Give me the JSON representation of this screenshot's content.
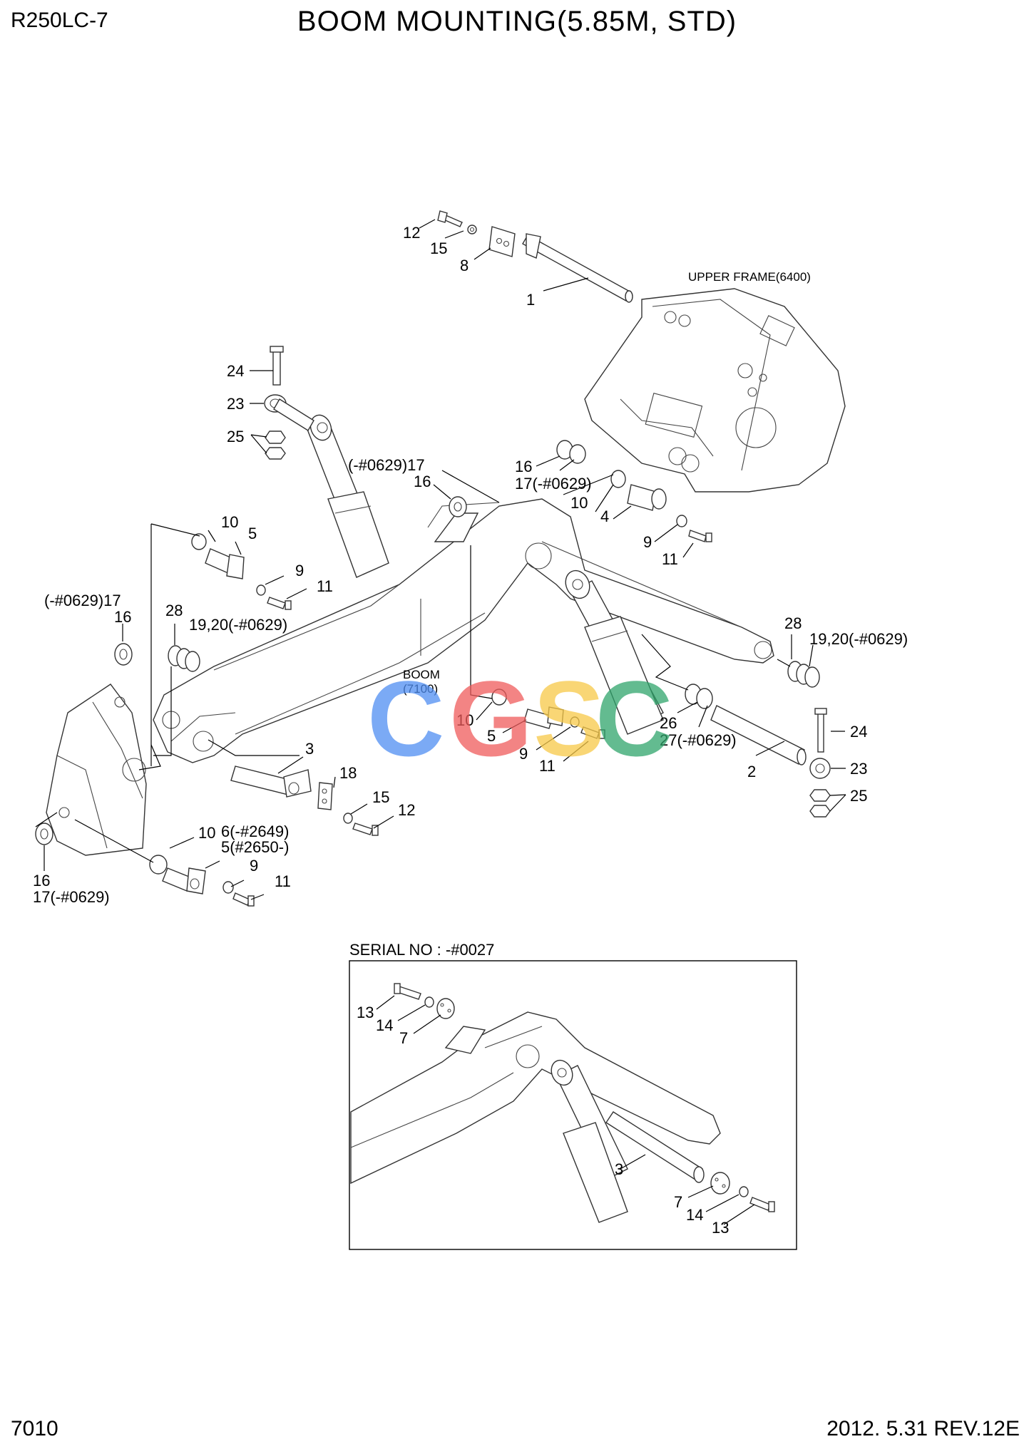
{
  "header": {
    "model": "R250LC-7",
    "title": "BOOM MOUNTING(5.85M, STD)"
  },
  "footer": {
    "page_number": "7010",
    "revision": "2012. 5.31  REV.12E"
  },
  "assemblies": {
    "upper_frame": "UPPER FRAME(6400)",
    "boom_name": "BOOM",
    "boom_ref": "(7100)"
  },
  "inset": {
    "heading": "SERIAL NO : -#0027"
  },
  "watermark": {
    "letters": [
      "C",
      "G",
      "S",
      "C"
    ],
    "colors": [
      "#4f8ef2",
      "#ef5b5b",
      "#f7c948",
      "#2fa56b"
    ]
  },
  "callouts": {
    "c_12": "12",
    "c_15": "15",
    "c_8": "8",
    "c_1": "1",
    "c_24": "24",
    "c_23": "23",
    "c_25": "25",
    "c_17_top": "(-#0629)17",
    "c_16_top": "16",
    "c_16_frame": "16",
    "c_17_frame": "17(-#0629)",
    "c_10_frame": "10",
    "c_4": "4",
    "c_9_frame": "9",
    "c_11_frame": "11",
    "c_10_left": "10",
    "c_5_left": "5",
    "c_9_left": "9",
    "c_11_left": "11",
    "c_17_left": "(-#0629)17",
    "c_16_left": "16",
    "c_28_left": "28",
    "c_1920_left": "19,20(-#0629)",
    "c_28_right": "28",
    "c_1920_right": "19,20(-#0629)",
    "c_10_mid": "10",
    "c_5_mid": "5",
    "c_9_mid": "9",
    "c_11_mid": "11",
    "c_26": "26",
    "c_27": "27(-#0629)",
    "c_2": "2",
    "c_24_r": "24",
    "c_23_r": "23",
    "c_25_r": "25",
    "c_3": "3",
    "c_18": "18",
    "c_15_b": "15",
    "c_12_b": "12",
    "c_10_b": "10",
    "c_6": "6(-#2649)",
    "c_5_b": "5(#2650-)",
    "c_9_b": "9",
    "c_11_b": "11",
    "c_16_b": "16",
    "c_17_b": "17(-#0629)",
    "i_13_top": "13",
    "i_14_top": "14",
    "i_7_top": "7",
    "i_3": "3",
    "i_7_bot": "7",
    "i_14_bot": "14",
    "i_13_bot": "13"
  }
}
